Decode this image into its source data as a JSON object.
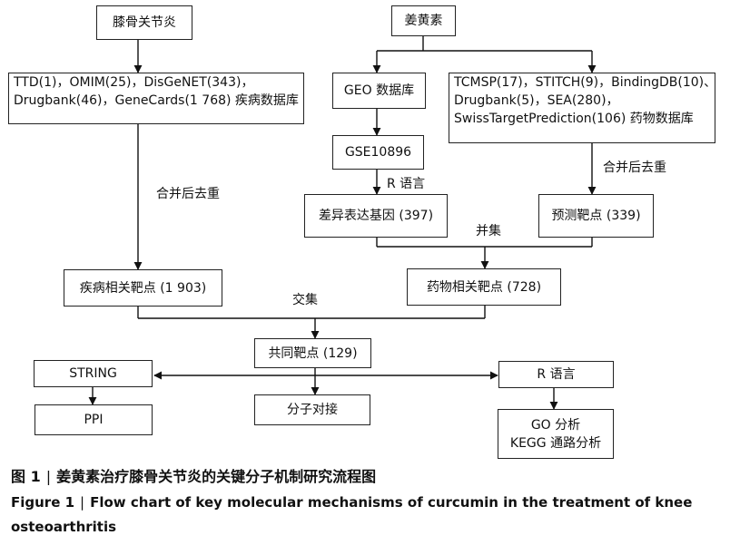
{
  "nodes": {
    "knee_oa": "膝骨关节炎",
    "curcumin": "姜黄素",
    "disease_db": [
      "TTD(1)，OMIM(25)，DisGeNET(343)，",
      "Drugbank(46)，GeneCards(1 768) 疾病数据库"
    ],
    "geo_db": "GEO 数据库",
    "drug_db": [
      "TCMSP(17)，STITCH(9)，BindingDB(10)、",
      "Drugbank(5)，SEA(280)，",
      "SwissTargetPrediction(106) 药物数据库"
    ],
    "gse": "GSE10896",
    "deg": "差异表达基因 (397)",
    "predicted": "预测靶点 (339)",
    "disease_targets": "疾病相关靶点 (1 903)",
    "drug_targets": "药物相关靶点 (728)",
    "common_targets": "共同靶点 (129)",
    "string": "STRING",
    "ppi": "PPI",
    "docking": "分子对接",
    "r_lang_box": "R 语言",
    "go_kegg": [
      "GO 分析",
      "KEGG 通路分析"
    ]
  },
  "labels": {
    "merge_dedup_left": "合并后去重",
    "merge_dedup_right": "合并后去重",
    "r_language": "R 语言",
    "union": "并集",
    "intersection": "交集"
  },
  "caption": {
    "cn_fig": "图 1",
    "cn_text": "姜黄素治疗膝骨关节炎的关键分子机制研究流程图",
    "en_fig": "Figure 1",
    "en_text": "Flow chart of key molecular mechanisms of curcumin in the treatment of knee osteoarthritis"
  }
}
